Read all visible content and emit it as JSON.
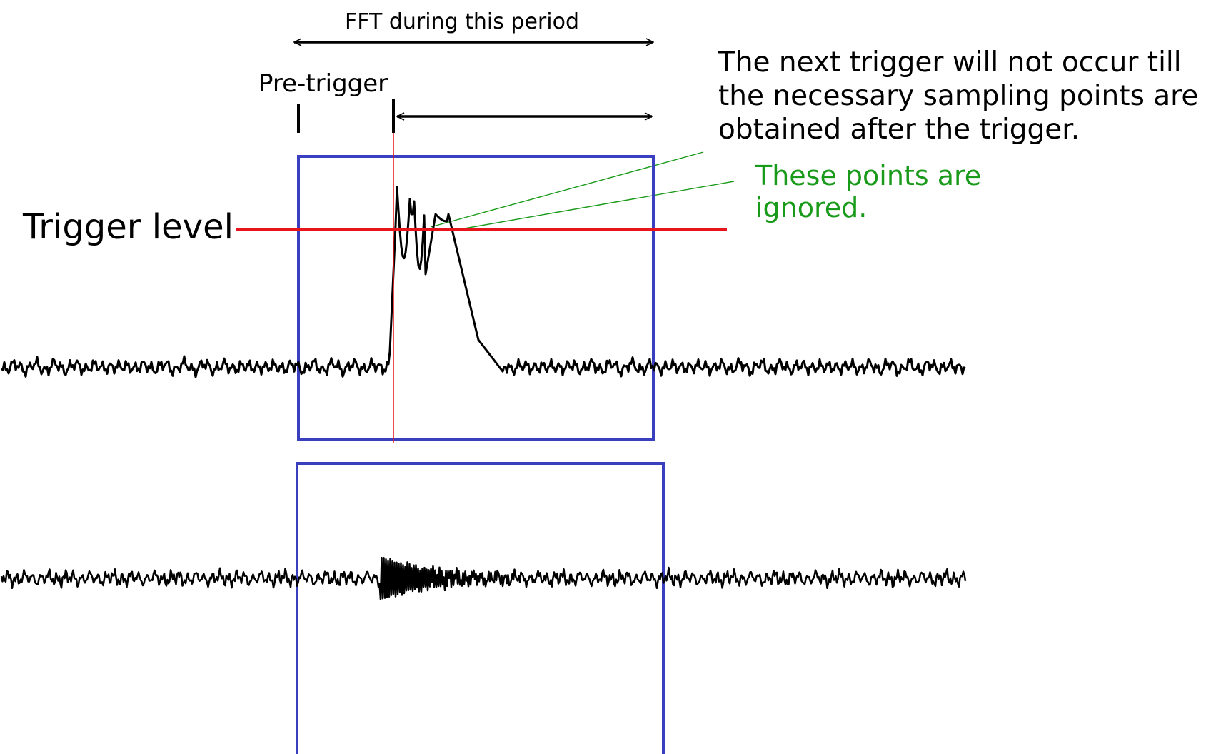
{
  "labels": {
    "fft_period": "FFT during this period",
    "pre_trigger": "Pre-trigger",
    "trigger_level": "Trigger level",
    "next_trigger_line1": "The next trigger will not occur till",
    "next_trigger_line2": "the necessary sampling points are",
    "next_trigger_line3": "obtained after the trigger.",
    "ignored_line1": "These points are",
    "ignored_line2": "ignored."
  },
  "colors": {
    "signal": "#000000",
    "trigger_line": "#e8141c",
    "window_frame": "#3a3fc0",
    "ignored_annotation": "#1a9a1a"
  }
}
